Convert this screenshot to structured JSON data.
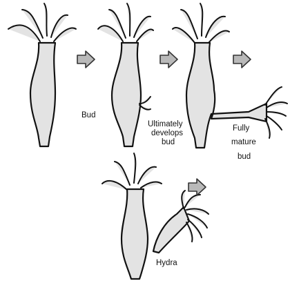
{
  "labels": {
    "bud": "Bud",
    "ultimately": [
      "Ultimately",
      "develops",
      "bud"
    ],
    "fully": [
      "Fully",
      "mature",
      "bud"
    ],
    "hydra": "Hydra"
  }
}
